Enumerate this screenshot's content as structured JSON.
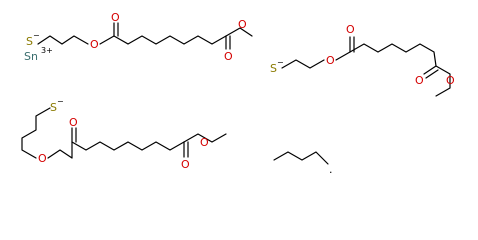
{
  "structure": {
    "atoms": {
      "s": "S",
      "sn": "Sn",
      "o": "O",
      "minus": "−",
      "sn_charge": "3+"
    },
    "radical_mark": "·"
  },
  "colors": {
    "bond": "#000000",
    "oxygen": "#000000",
    "sulfur": "#000000",
    "tin": "#000000"
  }
}
